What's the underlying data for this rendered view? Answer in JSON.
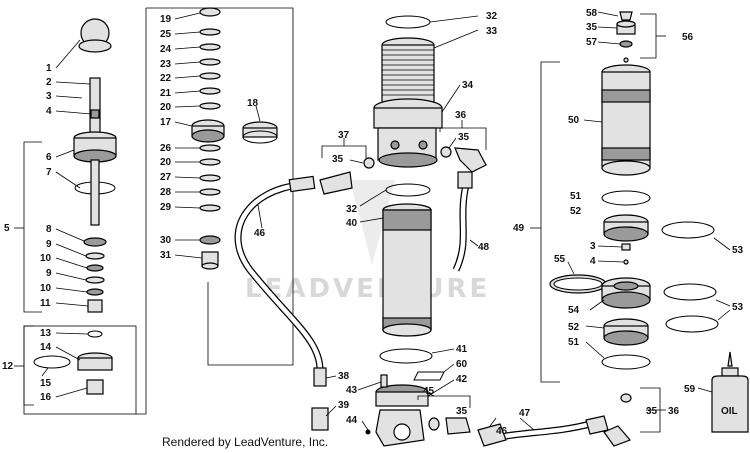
{
  "credit": "Rendered by LeadVenture, Inc.",
  "watermark": "LEADVENTURE",
  "callouts": {
    "c1": "1",
    "c2": "2",
    "c3": "3",
    "c4": "4",
    "c5": "5",
    "c6": "6",
    "c7": "7",
    "c8": "8",
    "c9a": "9",
    "c10a": "10",
    "c9b": "9",
    "c10b": "10",
    "c11": "11",
    "c12": "12",
    "c13": "13",
    "c14": "14",
    "c15": "15",
    "c16": "16",
    "c19": "19",
    "c25": "25",
    "c24": "24",
    "c23": "23",
    "c22": "22",
    "c21": "21",
    "c20a": "20",
    "c17": "17",
    "c18": "18",
    "c26": "26",
    "c20b": "20",
    "c27": "27",
    "c28": "28",
    "c29": "29",
    "c30": "30",
    "c31": "31",
    "c46a": "46",
    "c32a": "32",
    "c33": "33",
    "c34": "34",
    "c37": "37",
    "c35a": "35",
    "c36a": "36",
    "c35b": "35",
    "c32b": "32",
    "c40": "40",
    "c48": "48",
    "c41": "41",
    "c60": "60",
    "c38": "38",
    "c43": "43",
    "c42": "42",
    "c45": "45",
    "c39": "39",
    "c35c": "35",
    "c44": "44",
    "c47": "47",
    "c46b": "46",
    "c58": "58",
    "c35d": "35",
    "c56": "56",
    "c57": "57",
    "c50": "50",
    "c49": "49",
    "c51a": "51",
    "c52a": "52",
    "c53a": "53",
    "c3b": "3",
    "c4b": "4",
    "c55": "55",
    "c53b": "53",
    "c54": "54",
    "c52b": "52",
    "c51b": "51",
    "c59": "59",
    "c35e": "35",
    "c36b": "36"
  },
  "oil_label": "OIL"
}
